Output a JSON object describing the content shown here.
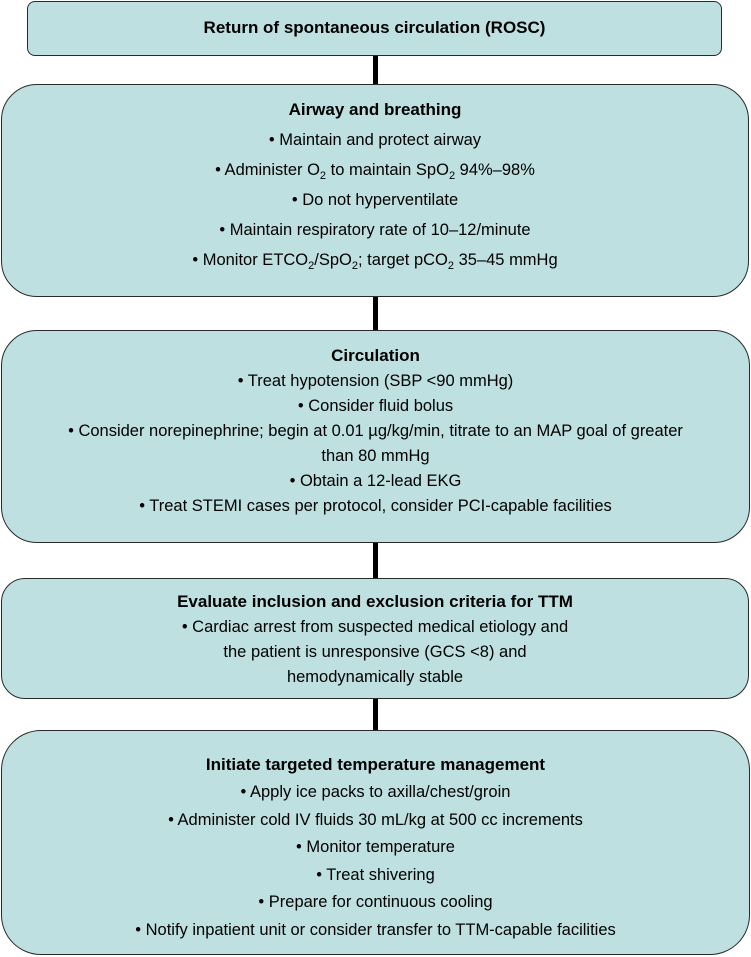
{
  "rosc": {
    "title": "Return of spontaneous circulation (ROSC)"
  },
  "airway": {
    "title": "Airway and breathing",
    "items": {
      "i0": "• Maintain and protect airway",
      "i1": {
        "pre": "• Administer O",
        "sub1": "2",
        "mid": " to maintain SpO",
        "sub2": "2",
        "post": " 94%–98%"
      },
      "i2": "• Do not hyperventilate",
      "i3": "• Maintain respiratory rate of 10–12/minute",
      "i4": {
        "pre": "• Monitor ETCO",
        "sub1": "2",
        "mid": "/SpO",
        "sub2": "2",
        "post": "; target pCO",
        "sub3": "2",
        "end": " 35–45 mmHg"
      }
    }
  },
  "circulation": {
    "title": "Circulation",
    "items": [
      "• Treat hypotension (SBP <90 mmHg)",
      "• Consider fluid bolus",
      "• Consider norepinephrine; begin at 0.01 µg/kg/min, titrate to an MAP goal of greater than 80 mmHg",
      "• Obtain a 12-lead EKG",
      "• Treat STEMI cases per protocol, consider PCI-capable facilities"
    ]
  },
  "ttm_criteria": {
    "title": "Evaluate inclusion and exclusion criteria for TTM",
    "items": [
      "• Cardiac arrest from suspected medical etiology and the patient is unresponsive (GCS <8) and hemodynamically stable"
    ]
  },
  "ttm_initiate": {
    "title": "Initiate targeted temperature management",
    "items": [
      "• Apply ice packs to axilla/chest/groin",
      "• Administer cold IV fluids 30 mL/kg at 500 cc increments",
      "• Monitor temperature",
      "• Treat shivering",
      "• Prepare for continuous cooling",
      "• Notify inpatient unit or consider transfer to TTM-capable facilities"
    ]
  }
}
